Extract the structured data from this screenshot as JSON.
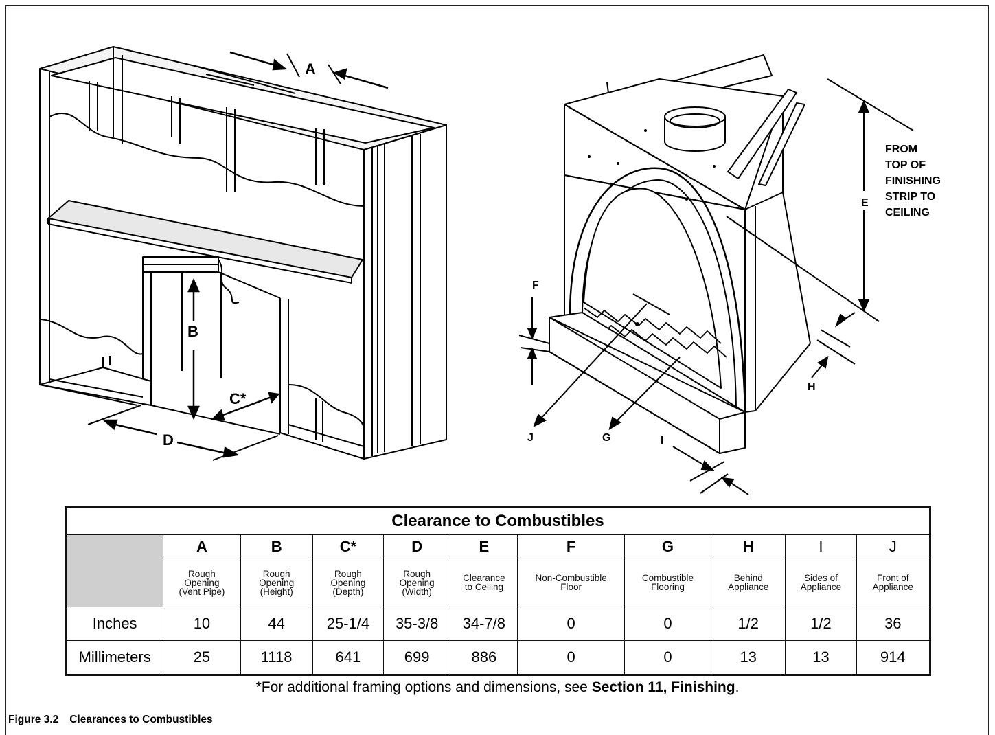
{
  "figure": {
    "number": "Figure 3.2",
    "title": "Clearances to Combustibles"
  },
  "left_labels": {
    "A": "A",
    "B": "B",
    "C": "C*",
    "D": "D"
  },
  "right_labels": {
    "E": "E",
    "F": "F",
    "G": "G",
    "H": "H",
    "I": "I",
    "J": "J",
    "note_lines": [
      "FROM",
      "TOP OF",
      "FINISHING",
      "STRIP TO",
      "CEILING"
    ]
  },
  "table": {
    "title": "Clearance to Combustibles",
    "columns": [
      {
        "letter": "A",
        "desc": [
          "Rough",
          "Opening",
          "(Vent Pipe)"
        ]
      },
      {
        "letter": "B",
        "desc": [
          "Rough",
          "Opening",
          "(Height)"
        ]
      },
      {
        "letter": "C*",
        "desc": [
          "Rough",
          "Opening",
          "(Depth)"
        ]
      },
      {
        "letter": "D",
        "desc": [
          "Rough",
          "Opening",
          "(Width)"
        ]
      },
      {
        "letter": "E",
        "desc": [
          "Clearance",
          "to Ceiling"
        ]
      },
      {
        "letter": "F",
        "desc": [
          "Non-Combustible",
          "Floor"
        ]
      },
      {
        "letter": "G",
        "desc": [
          "Combustible",
          "Flooring"
        ]
      },
      {
        "letter": "H",
        "desc": [
          "Behind",
          "Appliance"
        ]
      },
      {
        "letter": "I",
        "desc": [
          "Sides of",
          "Appliance"
        ]
      },
      {
        "letter": "J",
        "desc": [
          "Front of",
          "Appliance"
        ]
      }
    ],
    "rows": [
      {
        "label": "Inches",
        "values": [
          "10",
          "44",
          "25-1/4",
          "35-3/8",
          "34-7/8",
          "0",
          "0",
          "1/2",
          "1/2",
          "36"
        ]
      },
      {
        "label": "Millimeters",
        "values": [
          "25",
          "1118",
          "641",
          "699",
          "886",
          "0",
          "0",
          "13",
          "13",
          "914"
        ]
      }
    ]
  },
  "footnote": {
    "prefix": "*For additional framing options and dimensions, see ",
    "bold": "Section 11, Finishing",
    "suffix": "."
  }
}
